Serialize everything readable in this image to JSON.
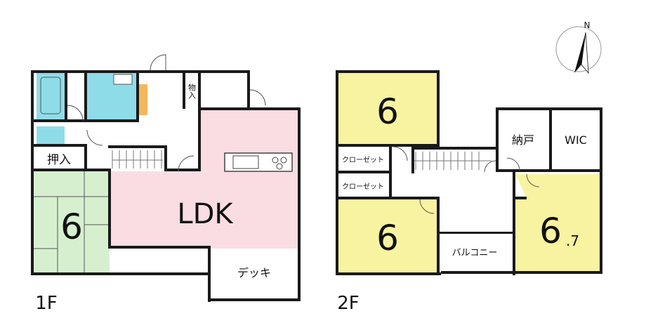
{
  "floor_1": {
    "label": "1F",
    "rooms": {
      "ldk": {
        "name": "LDK",
        "color": "#f9dde3"
      },
      "washitsu": {
        "size": "6",
        "color": "#d6f0cf"
      },
      "oshiire": {
        "name": "押入"
      },
      "monoire": {
        "name": "物入"
      },
      "deck": {
        "name": "デッキ"
      },
      "bath": {
        "color": "#8fdce9"
      }
    }
  },
  "floor_2": {
    "label": "2F",
    "rooms": {
      "bedroom_top": {
        "size": "6",
        "color": "#f8f3a0"
      },
      "bedroom_bottom": {
        "size": "6",
        "color": "#f8f3a0"
      },
      "bedroom_right": {
        "size": "6",
        "suffix": ".7",
        "color": "#f8f3a0"
      },
      "closet_1": {
        "name": "クローゼット"
      },
      "closet_2": {
        "name": "クローゼット"
      },
      "nando": {
        "name": "納戸"
      },
      "wic": {
        "name": "WIC"
      },
      "balcony": {
        "name": "バルコニー"
      }
    }
  },
  "compass": {
    "label": "N"
  }
}
